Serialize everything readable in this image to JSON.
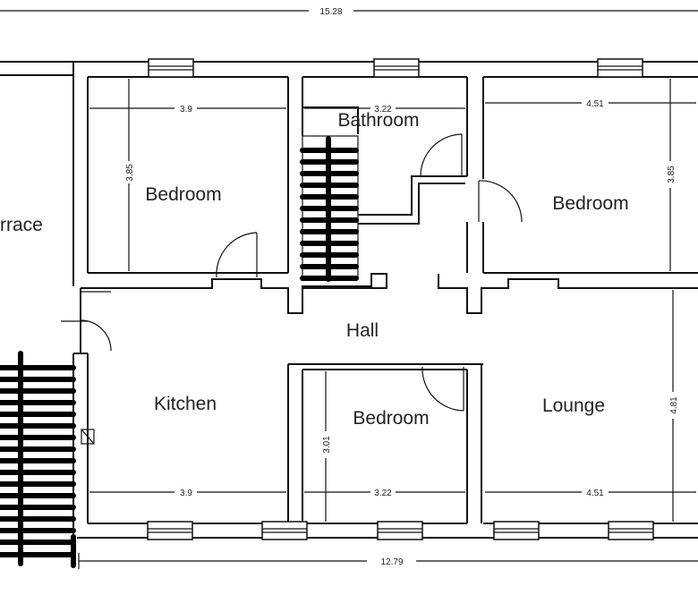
{
  "rooms": {
    "terrace": "rrace",
    "bedroom_top_left": "Bedroom",
    "bathroom": "Bathroom",
    "bedroom_top_right": "Bedroom",
    "hall": "Hall",
    "kitchen": "Kitchen",
    "bedroom_bottom": "Bedroom",
    "lounge": "Lounge"
  },
  "dimensions": {
    "overall_top": "15.28",
    "overall_bottom": "12.79",
    "bedroom_tl_width": "3.9",
    "bedroom_tl_height": "3.85",
    "bathroom_width": "3.22",
    "bedroom_tr_width": "4.51",
    "bedroom_tr_height": "3.85",
    "kitchen_width": "3.9",
    "bedroom_bottom_width": "3.22",
    "bedroom_bottom_height": "3.01",
    "lounge_width": "4.51",
    "lounge_height": "4.81"
  }
}
